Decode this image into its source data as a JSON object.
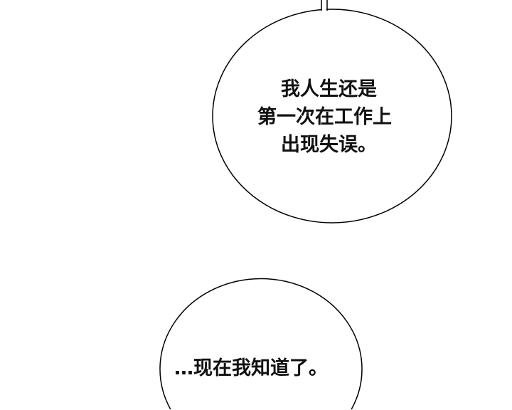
{
  "bubbles": [
    {
      "lines": [
        "我人生还是",
        "第一次在工作上",
        "出现失误。"
      ]
    },
    {
      "lines": [
        "…现在我知道了。"
      ]
    }
  ],
  "colors": {
    "background": "#ffffff",
    "outline": "#000000",
    "text": "#111111"
  }
}
